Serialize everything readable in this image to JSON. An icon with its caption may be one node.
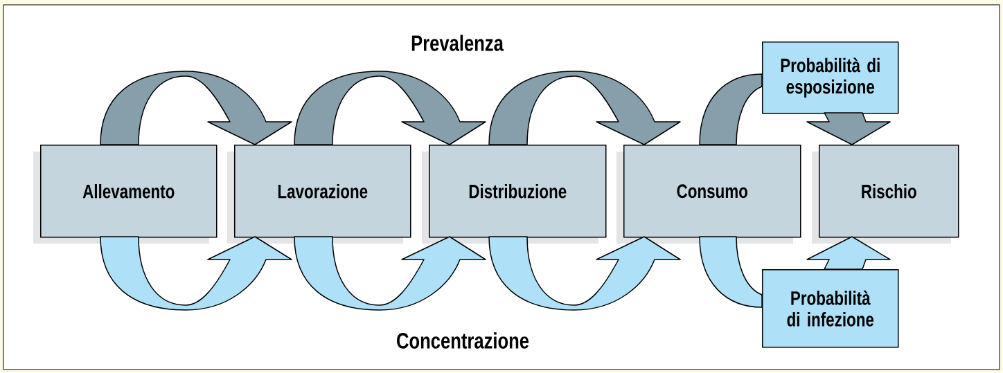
{
  "diagram": {
    "nodes": [
      {
        "text": [
          "Allevamento"
        ]
      },
      {
        "text": [
          "Lavorazione"
        ]
      },
      {
        "text": [
          "Distribuzione"
        ]
      },
      {
        "text": [
          "Consumo"
        ]
      },
      {
        "text": [
          "Rischio"
        ]
      },
      {
        "text": [
          "Probabilità di esposizione"
        ]
      },
      {
        "text": [
          "Probabilità di infezione"
        ]
      }
    ],
    "edges": [
      {
        "from": 0,
        "to": 1,
        "arrow": "to",
        "color": "#879fab"
      },
      {
        "from": 1,
        "to": 2,
        "arrow": "to",
        "color": "#879fab"
      },
      {
        "from": 2,
        "to": 3,
        "arrow": "to",
        "color": "#879fab"
      },
      {
        "from": 3,
        "to": 5,
        "arrow": "none",
        "color": "#879fab"
      },
      {
        "from": 5,
        "to": 4,
        "arrow": "to",
        "color": "#879fab"
      },
      {
        "from": 0,
        "to": 1,
        "arrow": "to",
        "color": "#aee0f7"
      },
      {
        "from": 1,
        "to": 2,
        "arrow": "to",
        "color": "#aee0f7"
      },
      {
        "from": 2,
        "to": 3,
        "arrow": "to",
        "color": "#aee0f7"
      },
      {
        "from": 3,
        "to": 6,
        "arrow": "none",
        "color": "#aee0f7"
      },
      {
        "from": 6,
        "to": 4,
        "arrow": "to",
        "color": "#aee0f7"
      }
    ],
    "labels": [
      "Prevalenza",
      "Concentrazione"
    ]
  }
}
